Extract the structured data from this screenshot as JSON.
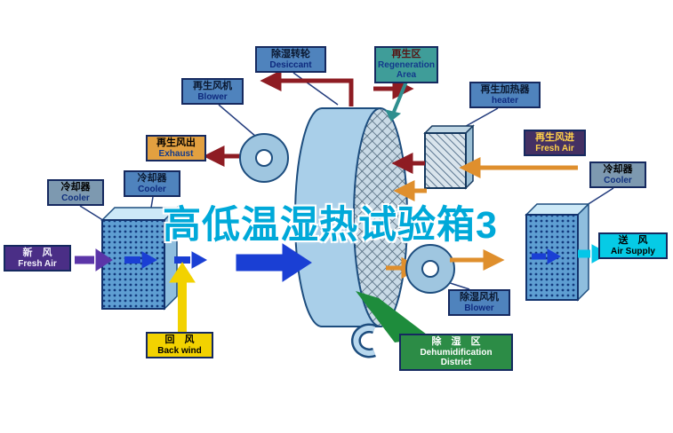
{
  "title": "高低温湿热试验箱3",
  "diagram": {
    "labels": {
      "desiccant": {
        "zh": "除湿转轮",
        "en": "Desiccant"
      },
      "regeneration_area": {
        "zh": "再生区",
        "en": "Regeneration Area"
      },
      "regen_blower": {
        "zh": "再生风机",
        "en": "Blower"
      },
      "regen_heater": {
        "zh": "再生加热器",
        "en": "heater"
      },
      "regen_exhaust": {
        "zh": "再生风出",
        "en": "Exhaust"
      },
      "cooler_left_outer": {
        "zh": "冷却器",
        "en": "Cooler"
      },
      "cooler_left_inner": {
        "zh": "冷却器",
        "en": "Cooler"
      },
      "regen_fresh_air": {
        "zh": "再生风进",
        "en": "Fresh Air"
      },
      "cooler_right": {
        "zh": "冷却器",
        "en": "Cooler"
      },
      "fresh_air": {
        "zh": "新　风",
        "en": "Fresh Air"
      },
      "back_wind": {
        "zh": "回　风",
        "en": "Back wind"
      },
      "dehumid_blower": {
        "zh": "除湿风机",
        "en": "Blower"
      },
      "dehumid_district": {
        "zh": "除　湿　区",
        "en_line1": "Dehumidification",
        "en_line2": "District"
      },
      "air_supply": {
        "zh": "送　风",
        "en": "Air Supply"
      }
    },
    "colors": {
      "watermark_cyan": "#00a9d9",
      "process_air_blue": "#1a3fd4",
      "regeneration_duct_red": "#8e1c23",
      "regeneration_air_orange": "#df8f2d",
      "return_air_yellow": "#f2d200",
      "fresh_air_purple": "#5b35a8",
      "supply_air_cyan": "#04c6e8",
      "dehumidification_green": "#1e8c3c",
      "label_blue": "#4f83bd",
      "label_teal": "#3f9d99",
      "label_orange": "#e2a040",
      "label_gray": "#7d99b0",
      "label_purple": "#4a2e86",
      "label_dark_purple": "#443063",
      "label_yellow": "#f2d200",
      "label_green": "#2c8c46",
      "label_cyan": "#06cbe6"
    }
  }
}
